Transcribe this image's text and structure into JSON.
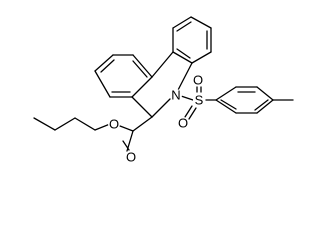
{
  "molecule": {
    "atom_labels": {
      "nitrogen": "N",
      "sulfur": "S",
      "sulfonyl_oxygen_upper": "O",
      "sulfonyl_oxygen_lower": "O",
      "ester_oxygen": "O",
      "carbonyl_oxygen": "O"
    }
  }
}
